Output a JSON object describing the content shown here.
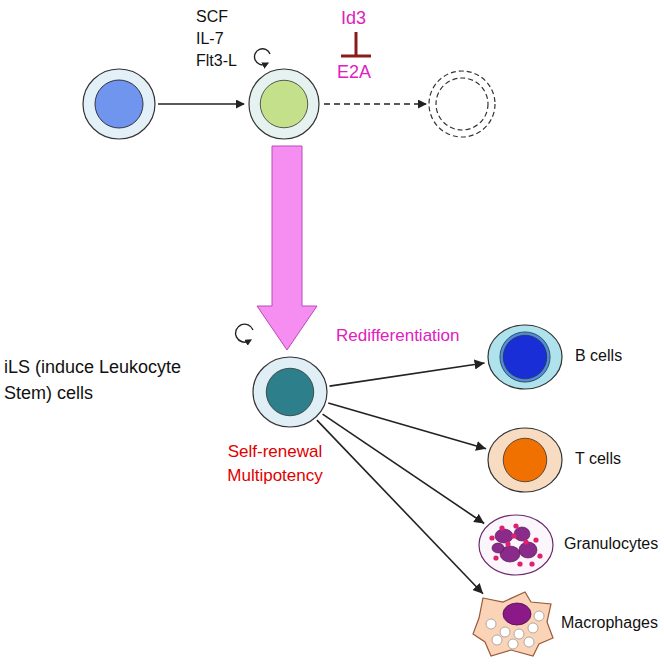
{
  "diagram": {
    "nodes": [
      {
        "text": [
          "SCF IL-7 Flt3-L"
        ]
      },
      {
        "text": [
          "iLS (induce Leukocyte Stem) cells",
          "Self-renewal Multipotency"
        ]
      },
      {
        "text": [
          "B cells"
        ]
      },
      {
        "text": [
          "T cells"
        ]
      },
      {
        "text": [
          "Granulocytes"
        ]
      },
      {
        "text": [
          "Macrophages"
        ]
      }
    ],
    "edges": [
      {
        "from": 0,
        "to": 1,
        "arrow": "to"
      },
      {
        "from": 1,
        "to": 2,
        "arrow": "to"
      },
      {
        "from": 1,
        "to": 3,
        "arrow": "to"
      },
      {
        "from": 1,
        "to": 4,
        "arrow": "to"
      },
      {
        "from": 1,
        "to": 5,
        "arrow": "to"
      }
    ],
    "labels": [
      "Id3",
      "E2A",
      "Redifferentiation"
    ]
  }
}
